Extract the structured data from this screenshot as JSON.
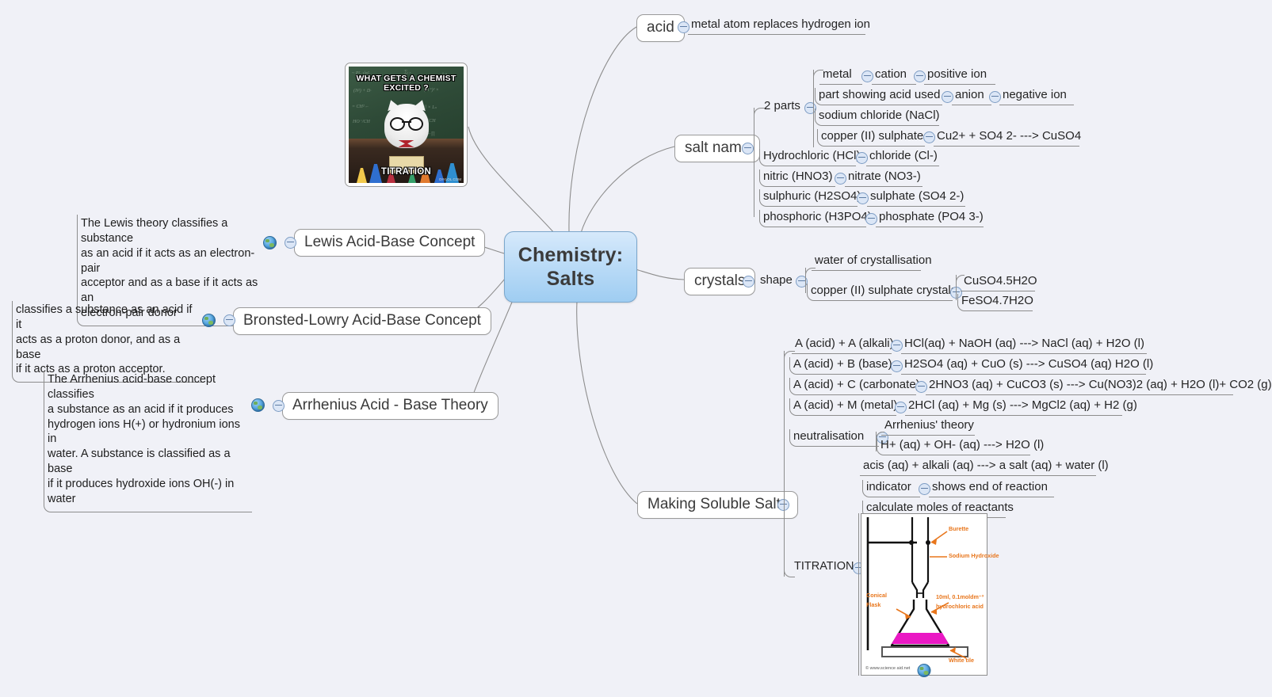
{
  "central": {
    "line1": "Chemistry:",
    "line2": "Salts",
    "color": "#9fcdf2"
  },
  "branches": {
    "acid": {
      "label": "acid",
      "child": "metal atom replaces hydrogen ion"
    },
    "salt_name": {
      "label": "salt name",
      "two_parts": {
        "label": "2 parts",
        "items": [
          {
            "label": "metal",
            "child": "cation",
            "grandchild": "positive ion"
          },
          {
            "label": "part showing acid used",
            "child": "anion",
            "grandchild": "negative ion"
          },
          {
            "label": "sodium chloride (NaCl)"
          },
          {
            "label": "copper (II) sulphate",
            "child": "Cu2+ + SO4 2- ---> CuSO4"
          }
        ]
      },
      "acids": [
        {
          "acid": "Hydrochloric (HCl)",
          "ion": "chloride (Cl-)"
        },
        {
          "acid": "nitric (HNO3)",
          "ion": "nitrate (NO3-)"
        },
        {
          "acid": "sulphuric (H2SO4)",
          "ion": "sulphate (SO4 2-)"
        },
        {
          "acid": "phosphoric (H3PO4)",
          "ion": "phosphate (PO4 3-)"
        }
      ]
    },
    "crystals": {
      "label": "crystals",
      "shape": "shape",
      "items": [
        {
          "label": "water of crystallisation"
        },
        {
          "label": "copper (II) sulphate crystals",
          "children": [
            "CuSO4.5H2O",
            "FeSO4.7H2O"
          ]
        }
      ]
    },
    "making_soluble_salts": {
      "label": "Making Soluble Salts",
      "reactions": [
        {
          "type": "A (acid) + A (alkali)",
          "equation": "HCl(aq) + NaOH (aq) ---> NaCl (aq) + H2O (l)"
        },
        {
          "type": "A (acid) + B (base)",
          "equation": "H2SO4 (aq) + CuO (s) ---> CuSO4 (aq) H2O (l)"
        },
        {
          "type": "A (acid) + C (carbonate)",
          "equation": "2HNO3 (aq) + CuCO3 (s) ---> Cu(NO3)2 (aq) + H2O (l)+ CO2 (g)"
        },
        {
          "type": "A (acid) + M (metal)",
          "equation": "2HCl (aq) + Mg (s) ---> MgCl2 (aq) + H2 (g)"
        }
      ],
      "neutralisation": {
        "label": "neutralisation",
        "items": [
          "Arrhenius' theory",
          "H+ (aq) + OH- (aq) ---> H2O (l)"
        ]
      },
      "word_equation": "acis (aq) + alkali (aq) ---> a salt (aq) + water (l)",
      "indicator": {
        "label": "indicator",
        "child": "shows end of reaction"
      },
      "calculate": "calculate moles of reactants",
      "titration": {
        "label": "TITRATION"
      }
    }
  },
  "theories": [
    {
      "title": "Lewis Acid-Base Concept",
      "note": [
        "The Lewis theory classifies a substance",
        "as an acid if it acts as an electron-pair",
        " acceptor and as a base if it acts as an",
        "electron-pair donor"
      ]
    },
    {
      "title": "Bronsted-Lowry Acid-Base Concept",
      "note": [
        "classifies a substance as an acid if it",
        " acts as a proton donor, and as a base",
        "if it acts as a proton acceptor."
      ]
    },
    {
      "title": "Arrhenius Acid - Base Theory",
      "note": [
        "The Arrhenius acid-base concept classifies",
        " a substance as an acid if it produces",
        "hydrogen ions H(+) or hydronium ions in",
        " water. A substance is classified as a base",
        "if it produces hydroxide ions OH(-) in water"
      ]
    }
  ],
  "meme": {
    "top_line1": "WHAT GETS A CHEMIST",
    "top_line2": "EXCITED ?",
    "bottom": "TITRATION",
    "source": "DIYLOL.COM"
  },
  "titration_image": {
    "burette": "Burette",
    "sodium_hydroxide": "Sodium Hydroxide",
    "conical_flask_l1": "Conical",
    "conical_flask_l2": "Flask",
    "acid_l1": "10ml, 0.1moldm⁻³",
    "acid_l2": "hydrochloric acid",
    "white_tile": "White tile",
    "copyright": "© www.science aid.net",
    "liquid_color": "#ea18c4"
  }
}
